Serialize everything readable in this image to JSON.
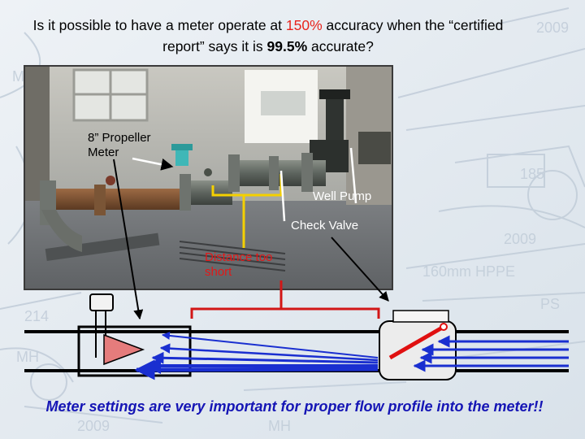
{
  "title": {
    "part1": "Is it possible to have a meter operate at ",
    "pct_bad": "150%",
    "part2": " accuracy when the “certified report” says it is ",
    "pct_good": "99.5%",
    "part3": " accurate?"
  },
  "labels": {
    "propeller_meter": "8” Propeller Meter",
    "well_pump": "Well Pump",
    "check_valve": "Check Valve",
    "distance": "Distance too short"
  },
  "caption": "Meter settings are very important for proper flow profile into the meter!!",
  "colors": {
    "accent_red": "#e8241c",
    "flow_blue": "#1a2fd0",
    "caption_blue": "#1515b5"
  }
}
